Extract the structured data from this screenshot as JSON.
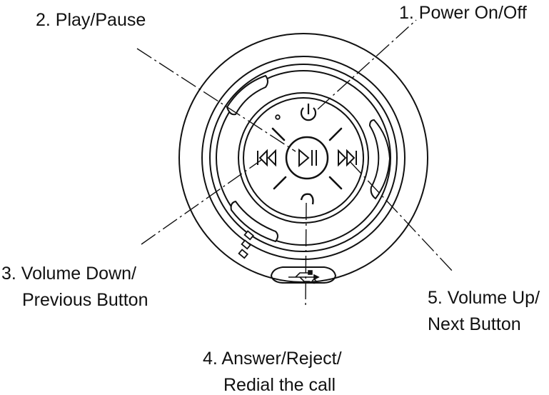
{
  "callouts": {
    "power": "1. Power On/Off",
    "play": "2. Play/Pause",
    "volume_down_line1": "3. Volume Down/",
    "volume_down_line2": "Previous Button",
    "answer_line1": "4. Answer/Reject/",
    "answer_line2": "Redial the call",
    "volume_up_line1": "5. Volume Up/",
    "volume_up_line2": "Next Button"
  },
  "icons": {
    "power": "power-icon",
    "play_pause": "play-pause-icon",
    "previous": "previous-track-icon",
    "next": "next-track-icon",
    "phone": "phone-icon",
    "usb": "usb-icon"
  },
  "colors": {
    "line": "#111111",
    "background": "#ffffff"
  }
}
